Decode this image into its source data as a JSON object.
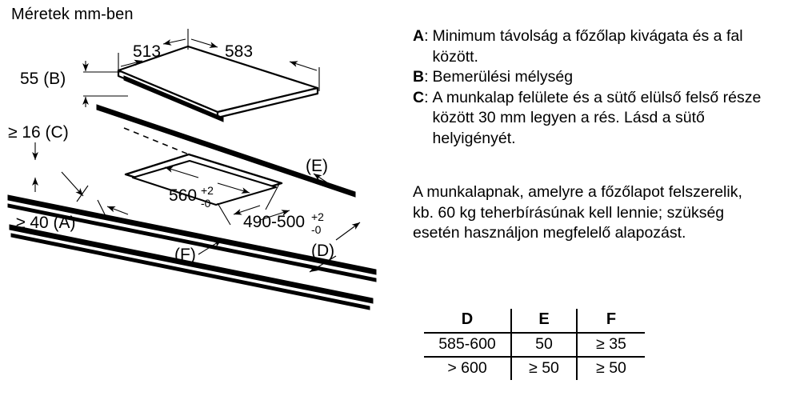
{
  "title": "Méretek mm-ben",
  "drawing": {
    "hob_dimensions": {
      "left_width": "513",
      "right_width": "583",
      "depth_label": "55 (B)"
    },
    "worktop_dimensions": {
      "thickness_label": "≥ 16 (C)",
      "wall_distance_label": "≥ 40 (A)",
      "cutout_width": "560",
      "cutout_width_tol_upper": "+2",
      "cutout_width_tol_lower": "-0",
      "cutout_depth": "490-500",
      "cutout_depth_tol_upper": "+2",
      "cutout_depth_tol_lower": "-0"
    },
    "callouts": {
      "e": "(E)",
      "d": "(D)",
      "f": "(F)"
    }
  },
  "legend": {
    "items": [
      {
        "key": "A",
        "colon": ":",
        "description": "Minimum távolság a főzőlap kivágata és a fal között."
      },
      {
        "key": "B",
        "colon": ":",
        "description": "Bemerülési mélység"
      },
      {
        "key": "C",
        "colon": ":",
        "description": "A munkalap felülete és a sütő elülső felső része között 30 mm legyen a rés. Lásd a sütő helyigényét."
      }
    ]
  },
  "note": "A munkalapnak, amelyre a főzőlapot felszerelik, kb. 60 kg teherbírásúnak kell lennie; szükség esetén használjon megfelelő alapozást.",
  "table": {
    "headers": [
      "D",
      "E",
      "F"
    ],
    "rows": [
      [
        "585-600",
        "50",
        "≥ 35"
      ],
      [
        "> 600",
        "≥ 50",
        "≥ 50"
      ]
    ]
  },
  "colors": {
    "background": "#ffffff",
    "ink": "#000000"
  }
}
